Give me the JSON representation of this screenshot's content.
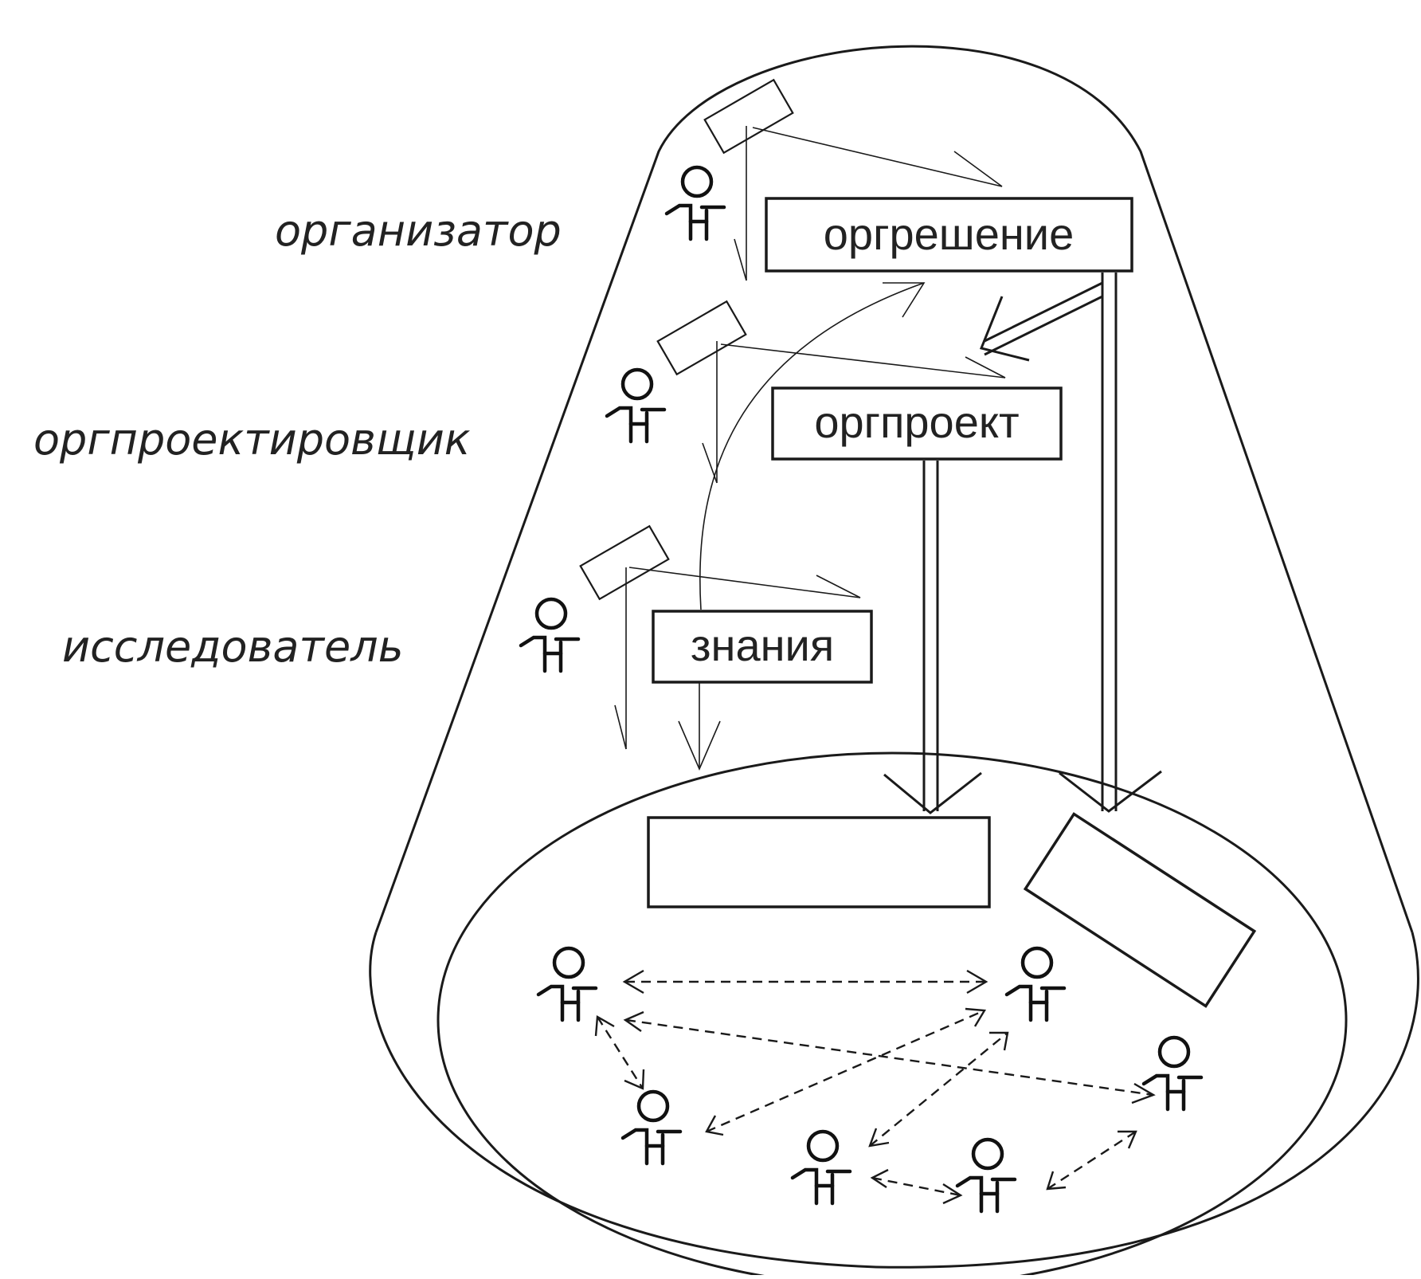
{
  "roles": {
    "organizer": "организатор",
    "designer": "оргпроектировщик",
    "researcher": "исследователь"
  },
  "boxes": {
    "decision": "оргрешение",
    "project": "оргпроект",
    "knowledge": "знания"
  }
}
